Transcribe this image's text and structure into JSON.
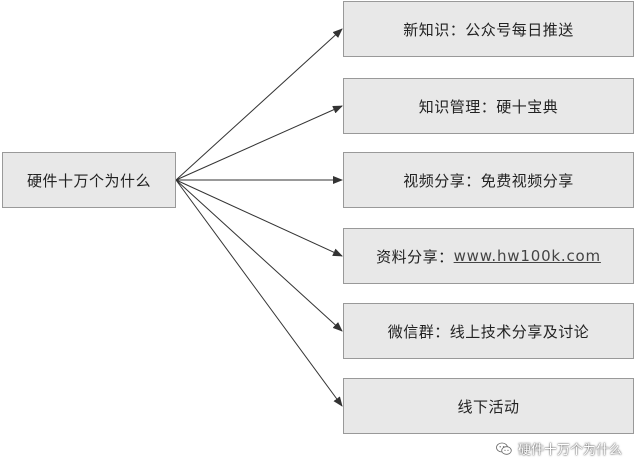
{
  "diagram": {
    "root": {
      "label": "硬件十万个为什么"
    },
    "branches": [
      {
        "label": "新知识：公众号每日推送"
      },
      {
        "label": "知识管理：硬十宝典"
      },
      {
        "label": "视频分享：免费视频分享"
      },
      {
        "label": "资料分享：",
        "link": "www.hw100k.com"
      },
      {
        "label": "微信群：线上技术分享及讨论"
      },
      {
        "label": "线下活动"
      }
    ]
  },
  "watermark": {
    "text": "硬件十万个为什么",
    "icon": "wechat-icon"
  },
  "colors": {
    "node_fill": "#e8e8e8",
    "node_border": "#999999",
    "arrow": "#333333"
  }
}
